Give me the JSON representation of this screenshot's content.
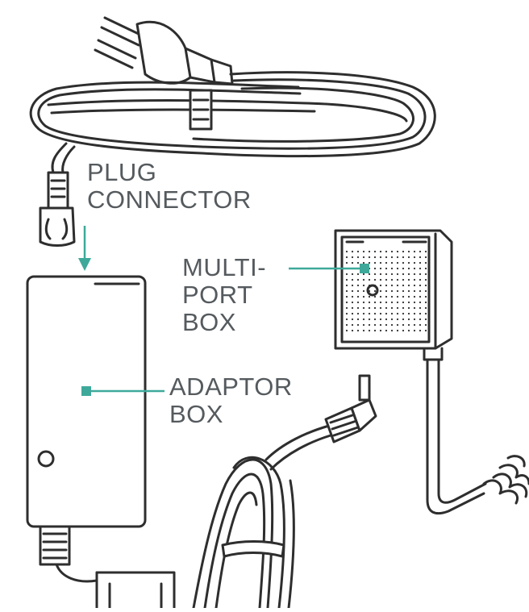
{
  "labels": {
    "plug_connector": [
      "PLUG",
      "CONNECTOR"
    ],
    "multi_port_box": [
      "MULTI-",
      "PORT",
      "BOX"
    ],
    "adaptor_box": [
      "ADAPTOR",
      "BOX"
    ]
  },
  "colors": {
    "line_art": "#2e2e2e",
    "callout": "#3ea99a",
    "label_text": "#555a5e",
    "background": "#ffffff"
  },
  "icons": [
    "wall-plug-icon",
    "dc-barrel-plug-icon"
  ]
}
